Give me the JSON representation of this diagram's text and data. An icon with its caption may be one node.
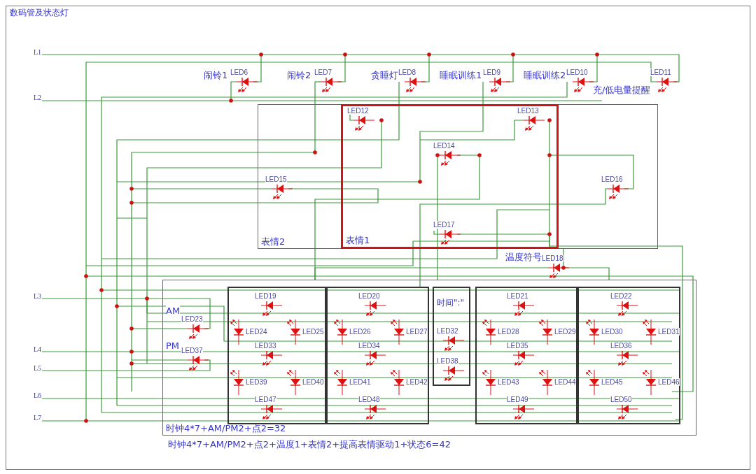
{
  "diagram": {
    "title": "数码管及状态灯",
    "nodes": [
      {
        "text": [
          "LED6"
        ],
        "beside": [
          "闹铃1"
        ]
      },
      {
        "text": [
          "LED7"
        ],
        "beside": [
          "闹铃2"
        ]
      },
      {
        "text": [
          "LED8"
        ],
        "beside": [
          "贪睡灯"
        ]
      },
      {
        "text": [
          "LED9"
        ],
        "beside": [
          "睡眠训练1"
        ]
      },
      {
        "text": [
          "LED10"
        ],
        "beside": [
          "睡眠训练2"
        ]
      },
      {
        "text": [
          "LED11"
        ],
        "beside": [
          "充/低电量提醒"
        ]
      },
      {
        "text": [
          "表情2"
        ]
      },
      {
        "text": [
          "表情1"
        ],
        "in": 6
      },
      {
        "text": [
          "LED12"
        ],
        "in": 7
      },
      {
        "text": [
          "LED13"
        ],
        "in": 7
      },
      {
        "text": [
          "LED14"
        ],
        "in": 7
      },
      {
        "text": [
          "LED15"
        ],
        "in": 6
      },
      {
        "text": [
          "LED16"
        ],
        "in": 6
      },
      {
        "text": [
          "LED17"
        ],
        "in": 7
      },
      {
        "text": [
          "LED18"
        ],
        "beside": [
          "温度符号"
        ]
      },
      {
        "text": [
          "时钟4*7+AM/PM2+点2=32"
        ]
      },
      {
        "text": [
          "LED23"
        ],
        "in": 15,
        "beside": [
          "AM"
        ]
      },
      {
        "text": [
          "LED37"
        ],
        "in": 15,
        "beside": [
          "PM"
        ]
      },
      {
        "text": [],
        "shape": "box",
        "in": 15
      },
      {
        "text": [
          "LED19"
        ],
        "in": 18
      },
      {
        "text": [
          "LED24"
        ],
        "in": 18
      },
      {
        "text": [
          "LED25"
        ],
        "in": 18
      },
      {
        "text": [
          "LED33"
        ],
        "in": 18
      },
      {
        "text": [
          "LED39"
        ],
        "in": 18
      },
      {
        "text": [
          "LED40"
        ],
        "in": 18
      },
      {
        "text": [
          "LED47"
        ],
        "in": 18
      },
      {
        "text": [],
        "shape": "box",
        "in": 15
      },
      {
        "text": [
          "LED20"
        ],
        "in": 26
      },
      {
        "text": [
          "LED26"
        ],
        "in": 26
      },
      {
        "text": [
          "LED27"
        ],
        "in": 26
      },
      {
        "text": [
          "LED34"
        ],
        "in": 26
      },
      {
        "text": [
          "LED41"
        ],
        "in": 26
      },
      {
        "text": [
          "LED42"
        ],
        "in": 26
      },
      {
        "text": [
          "LED48"
        ],
        "in": 26
      },
      {
        "text": [
          "时间\":\""
        ],
        "in": 15
      },
      {
        "text": [
          "LED32"
        ],
        "in": 34
      },
      {
        "text": [
          "LED38"
        ],
        "in": 34
      },
      {
        "text": [],
        "shape": "box",
        "in": 15
      },
      {
        "text": [
          "LED21"
        ],
        "in": 37
      },
      {
        "text": [
          "LED28"
        ],
        "in": 37
      },
      {
        "text": [
          "LED29"
        ],
        "in": 37
      },
      {
        "text": [
          "LED35"
        ],
        "in": 37
      },
      {
        "text": [
          "LED43"
        ],
        "in": 37
      },
      {
        "text": [
          "LED44"
        ],
        "in": 37
      },
      {
        "text": [
          "LED49"
        ],
        "in": 37
      },
      {
        "text": [],
        "shape": "box",
        "in": 15
      },
      {
        "text": [
          "LED22"
        ],
        "in": 45
      },
      {
        "text": [
          "LED30"
        ],
        "in": 45
      },
      {
        "text": [
          "LED31"
        ],
        "in": 45
      },
      {
        "text": [
          "LED36"
        ],
        "in": 45
      },
      {
        "text": [
          "LED45"
        ],
        "in": 45
      },
      {
        "text": [
          "LED46"
        ],
        "in": 45
      },
      {
        "text": [
          "LED50"
        ],
        "in": 45
      }
    ],
    "labels": [
      "L1",
      "L2",
      "L3",
      "L4",
      "L5",
      "L6",
      "L7",
      "时钟4*7+AM/PM2+点2+温度1+表情2+提高表情驱动1+状态6=42"
    ]
  }
}
